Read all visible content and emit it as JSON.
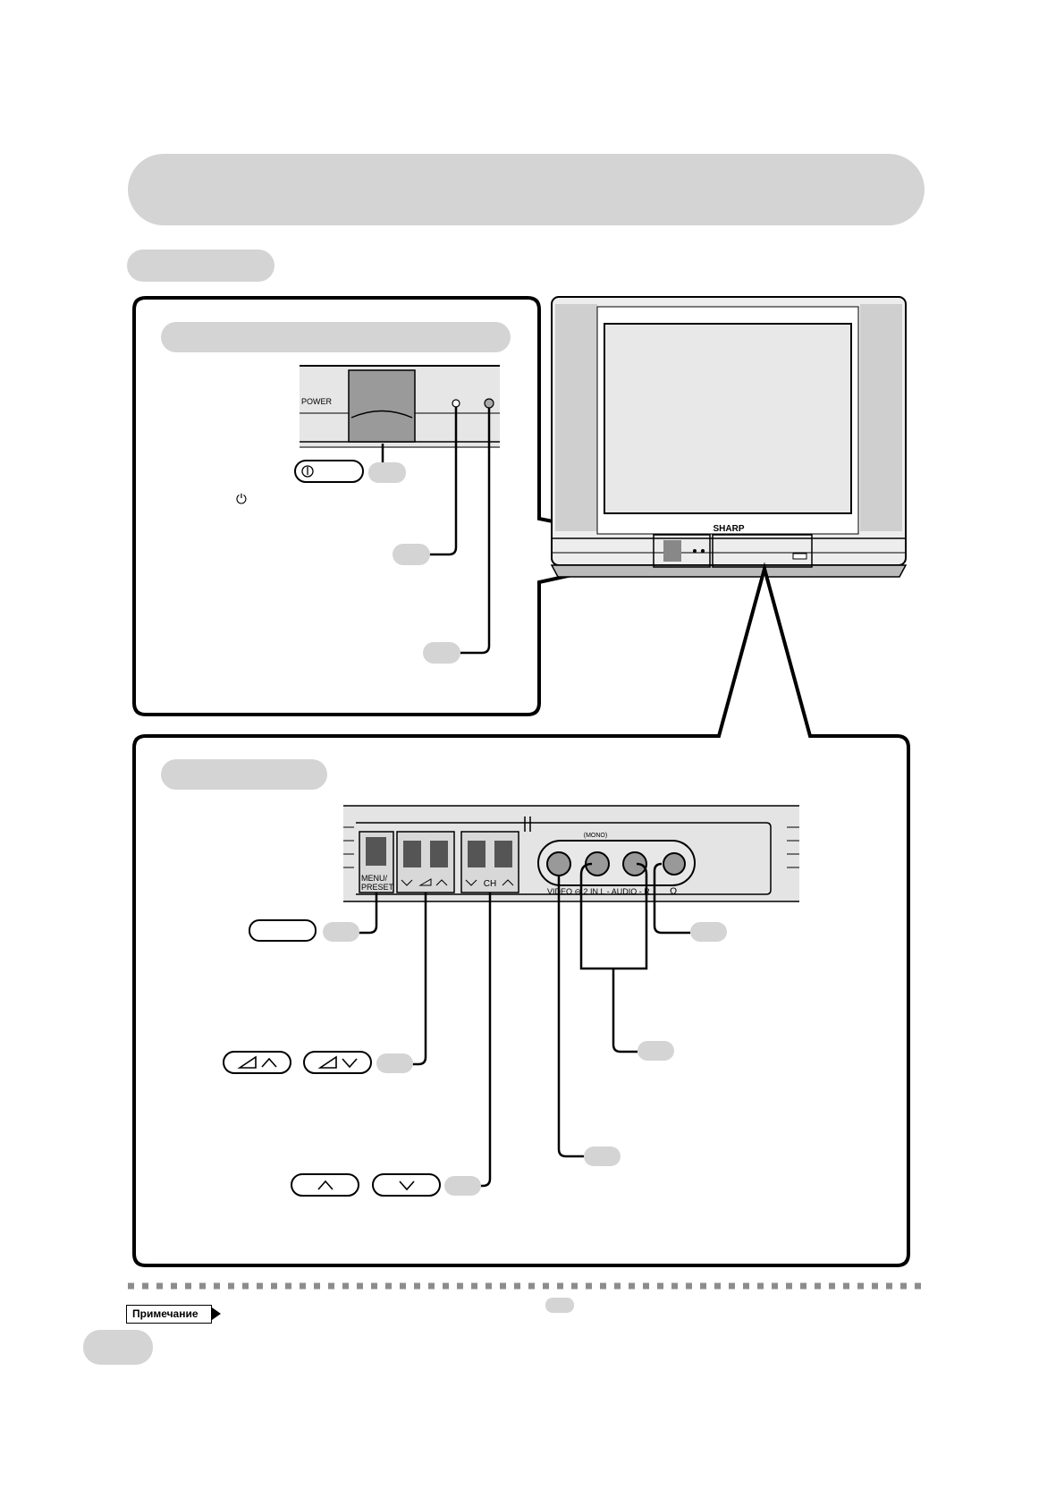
{
  "front_panel": {
    "power_label": "POWER",
    "power_symbol": "⏻",
    "power_symbol_text": "⏻",
    "brand": "SHARP"
  },
  "bottom_panel": {
    "menu_label_1": "MENU/",
    "menu_label_2": "PRESET",
    "ch_label": "CH",
    "mono_label": "(MONO)",
    "jack_label": "VIDEO ⊖ 2 IN  L - AUDIO - R",
    "headphone_label": "Ω"
  },
  "buttons": {
    "vol_up": "◿ ︿",
    "vol_down": "◿ ﹀",
    "ch_up": "︿",
    "ch_down": "﹀"
  },
  "note": {
    "label": "Примечание"
  },
  "colors": {
    "placeholder_gray": "#d4d4d4",
    "line": "#000000",
    "tv_body": "#e9e9e9"
  }
}
